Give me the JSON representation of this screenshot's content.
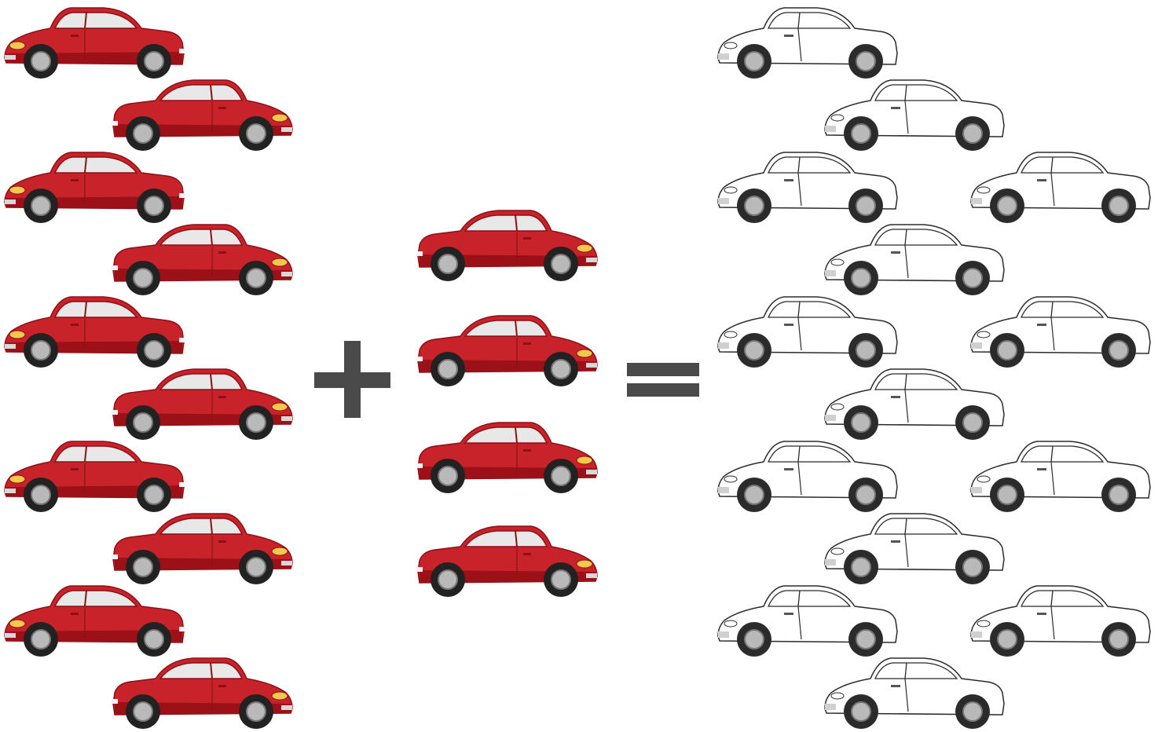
{
  "equation": {
    "left_group": {
      "car_color": "red",
      "count": 10
    },
    "operator_plus": "+",
    "middle_group": {
      "car_color": "red",
      "count": 4
    },
    "operator_equals": "=",
    "result_group": {
      "car_color": "white outline",
      "count": 14
    }
  },
  "colors": {
    "red_body": "#c8232b",
    "red_dark": "#9b1117",
    "red_light": "#e04a4f",
    "window": "#e8e8e8",
    "outline": "#2b2b2b",
    "tire": "#222222",
    "rim": "#b9b9b9",
    "operator": "#4a4a4a"
  }
}
